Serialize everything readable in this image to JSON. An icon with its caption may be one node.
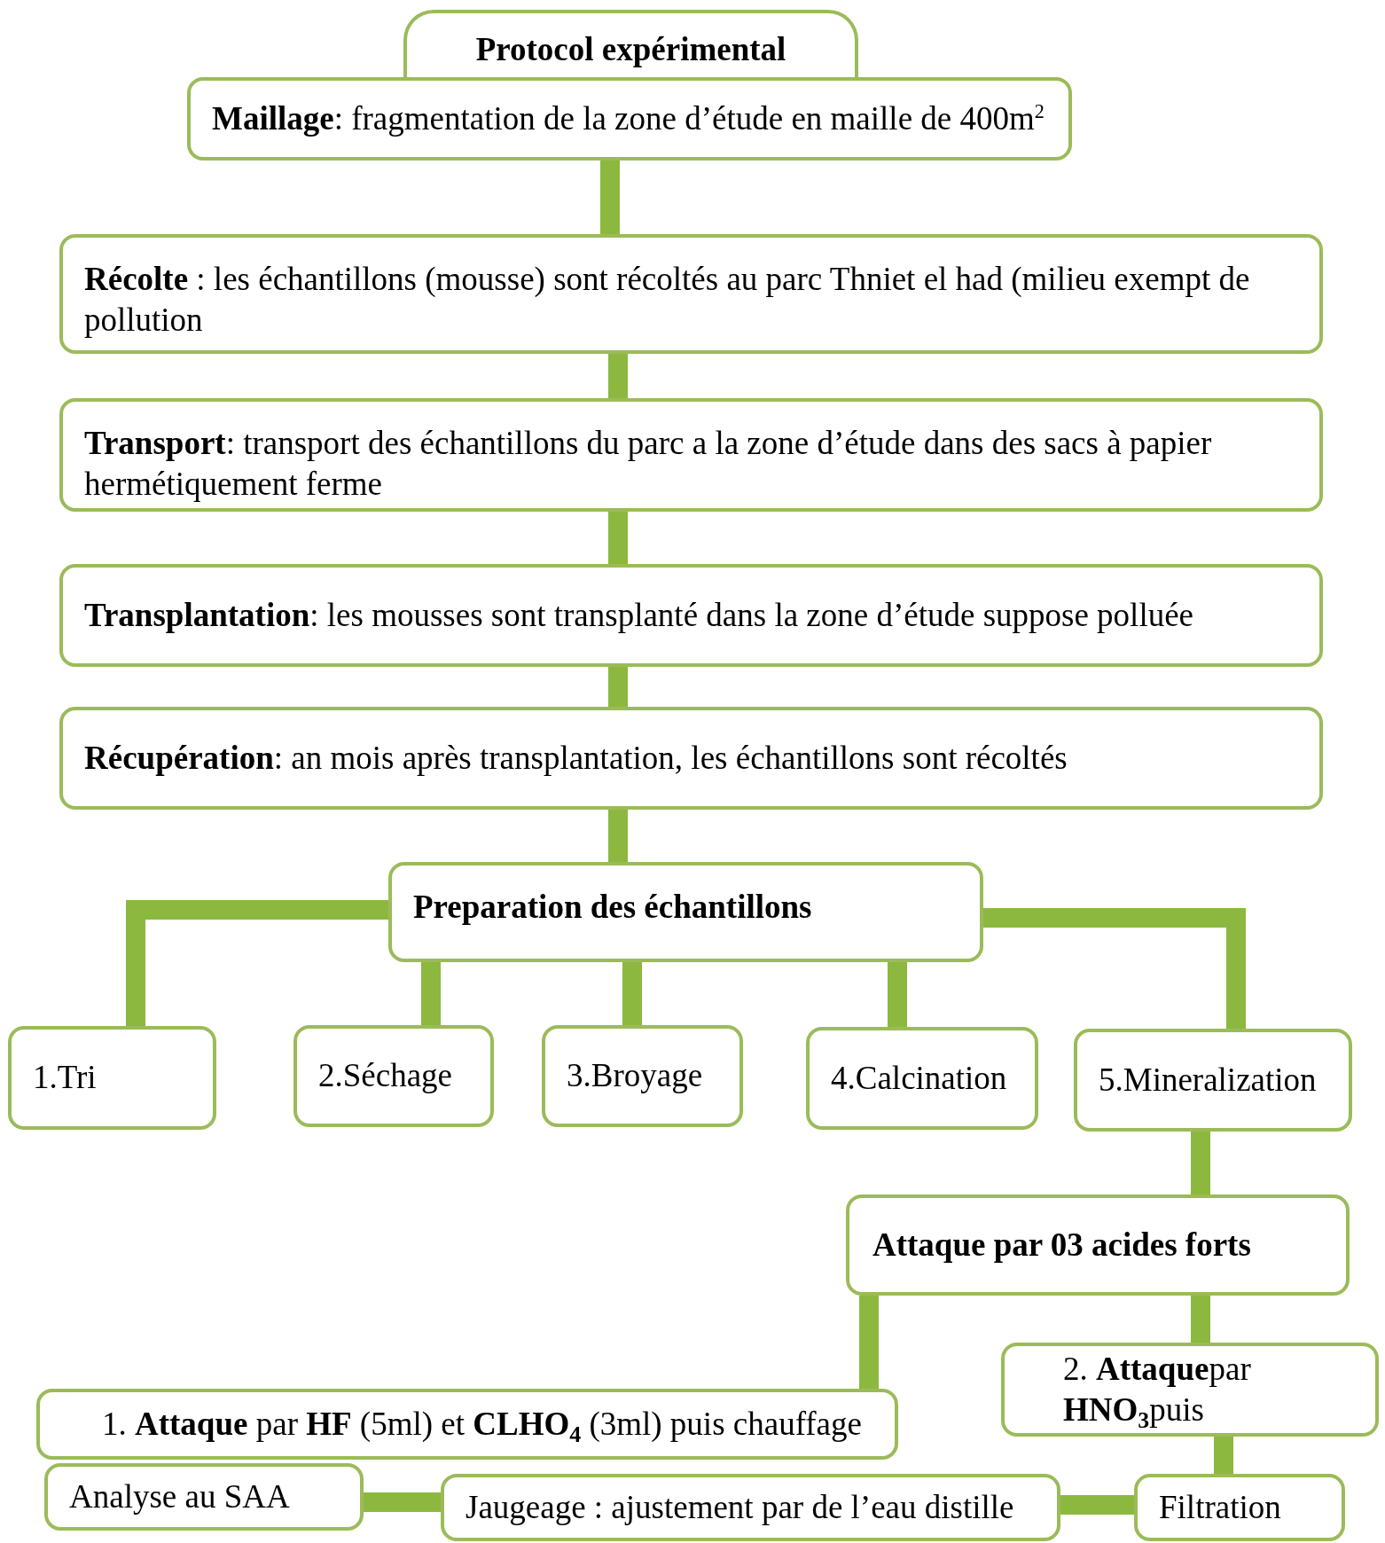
{
  "diagram": {
    "nodes": [
      {
        "text": [
          "Protocol expérimental"
        ]
      },
      {
        "text": [
          "**Maillage**: fragmentation de la zone d’étude en maille de 400m$^{2}$"
        ]
      },
      {
        "text": [
          "**Récolte** : les échantillons (mousse) sont récoltés  au parc Thniet el had (milieu exempt de pollution"
        ]
      },
      {
        "text": [
          "**Transport**: transport des échantillons du parc a la zone d’étude dans des sacs à papier hermétiquement ferme"
        ]
      },
      {
        "text": [
          "**Transplantation**: les mousses sont transplanté dans la zone d’étude suppose polluée"
        ]
      },
      {
        "text": [
          "**Récupération**: an mois après transplantation, les échantillons sont récoltés"
        ]
      },
      {
        "text": [
          "Preparation des échantillons"
        ]
      },
      {
        "text": [
          "1.Tri"
        ]
      },
      {
        "text": [
          "2.Séchage"
        ]
      },
      {
        "text": [
          "3.Broyage"
        ]
      },
      {
        "text": [
          "4.Calcination"
        ]
      },
      {
        "text": [
          "5.Mineralization"
        ]
      },
      {
        "text": [
          "Attaque par 03 acides forts"
        ]
      },
      {
        "text": [
          "1.  **Attaque** par **HF** (5ml) et **CLHO$_{4}$** (3ml) puis chauffage"
        ]
      },
      {
        "text": [
          "2.  **Attaque**par **HNO$_{3}$**puis"
        ]
      },
      {
        "text": [
          "Analyse au SAA"
        ]
      },
      {
        "text": [
          "Jaugeage : ajustement par de l’eau distille"
        ]
      },
      {
        "text": [
          "Filtration"
        ]
      }
    ],
    "edges": [
      {
        "from": 1,
        "to": 2,
        "arrow": "none"
      },
      {
        "from": 2,
        "to": 3,
        "arrow": "none"
      },
      {
        "from": 3,
        "to": 4,
        "arrow": "none"
      },
      {
        "from": 4,
        "to": 5,
        "arrow": "none"
      },
      {
        "from": 5,
        "to": 6,
        "arrow": "none"
      },
      {
        "from": 6,
        "to": 7,
        "arrow": "none"
      },
      {
        "from": 6,
        "to": 8,
        "arrow": "none"
      },
      {
        "from": 6,
        "to": 9,
        "arrow": "none"
      },
      {
        "from": 6,
        "to": 10,
        "arrow": "none"
      },
      {
        "from": 6,
        "to": 11,
        "arrow": "none"
      },
      {
        "from": 11,
        "to": 12,
        "arrow": "none"
      },
      {
        "from": 12,
        "to": 13,
        "arrow": "none"
      },
      {
        "from": 12,
        "to": 14,
        "arrow": "none"
      },
      {
        "from": 14,
        "to": 17,
        "arrow": "none"
      },
      {
        "from": 17,
        "to": 16,
        "arrow": "none"
      },
      {
        "from": 16,
        "to": 15,
        "arrow": "none"
      }
    ]
  }
}
